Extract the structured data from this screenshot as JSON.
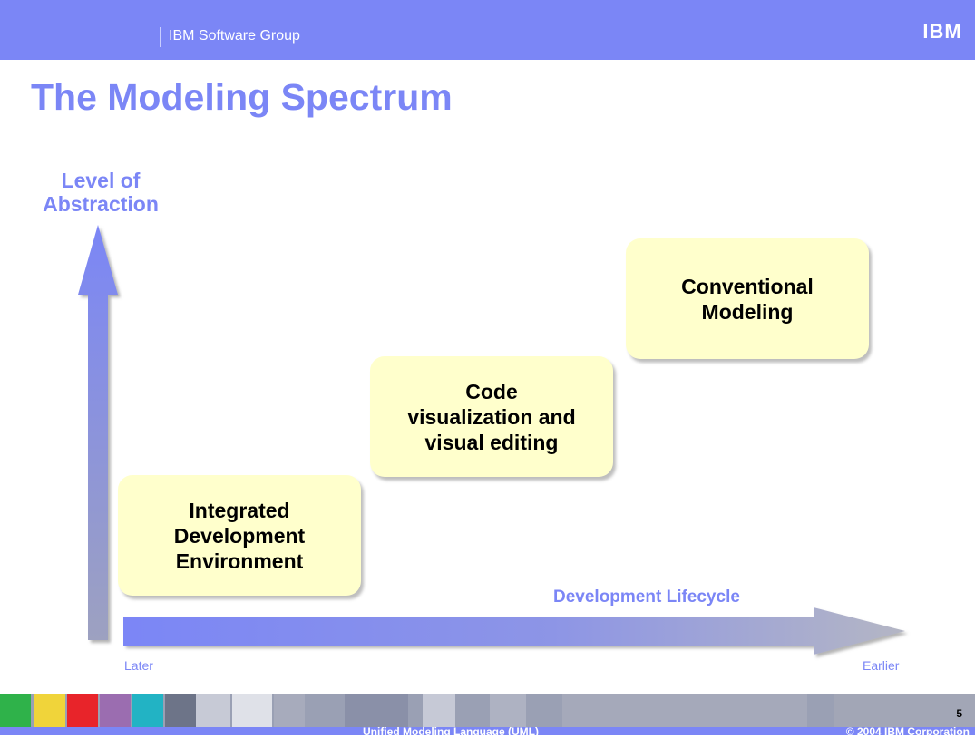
{
  "header": {
    "group": "IBM Software Group",
    "logo": "IBM",
    "color": "#7b86f6"
  },
  "title": "The Modeling Spectrum",
  "diagram": {
    "y_axis_label": "Level of Abstraction",
    "x_axis_label": "Development Lifecycle",
    "x_start_label": "Later",
    "x_end_label": "Earlier",
    "boxes": [
      {
        "label": "Integrated Development Environment"
      },
      {
        "label": "Code visualization and visual editing"
      },
      {
        "label": "Conventional Modeling"
      }
    ],
    "box_color": "#ffffcc",
    "arrow_color": "#7b86f6"
  },
  "footer": {
    "page_number": "5",
    "center_text": "Unified Modeling Language (UML)",
    "copyright": "© 2004 IBM Corporation"
  }
}
